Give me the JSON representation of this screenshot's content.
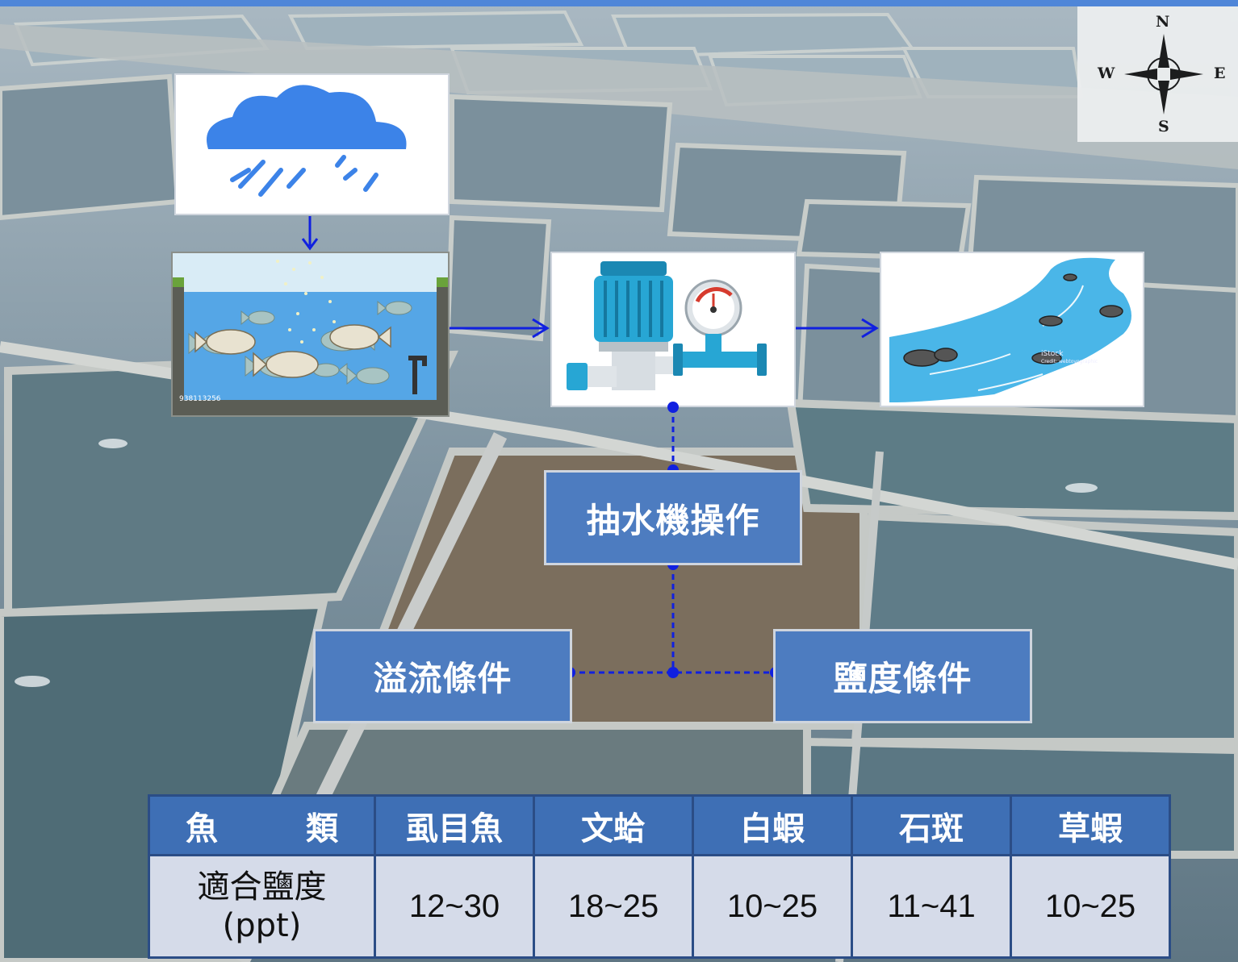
{
  "flow": {
    "pump_operation": "抽水機操作",
    "overflow_condition": "溢流條件",
    "salinity_condition": "鹽度條件"
  },
  "images": {
    "pond_photo_id": "938113256",
    "river_watermark_brand": "iStock",
    "river_watermark_credit": "Credit: webtoyographic"
  },
  "compass": {
    "north": "N",
    "south": "S",
    "east": "E",
    "west": "W"
  },
  "table": {
    "header_first_left": "魚",
    "header_first_right": "類",
    "row_label_line1": "適合鹽度",
    "row_label_line2": "(ppt)",
    "species": [
      "虱目魚",
      "文蛤",
      "白蝦",
      "石斑",
      "草蝦"
    ],
    "salinity": [
      "12~30",
      "18~25",
      "10~25",
      "11~41",
      "10~25"
    ]
  },
  "colors": {
    "arrow": "#1020e0",
    "box": "#4d7cc0",
    "table_header": "#3e6fb5",
    "table_cell": "#d5dbe9",
    "table_border": "#2b4d86"
  }
}
